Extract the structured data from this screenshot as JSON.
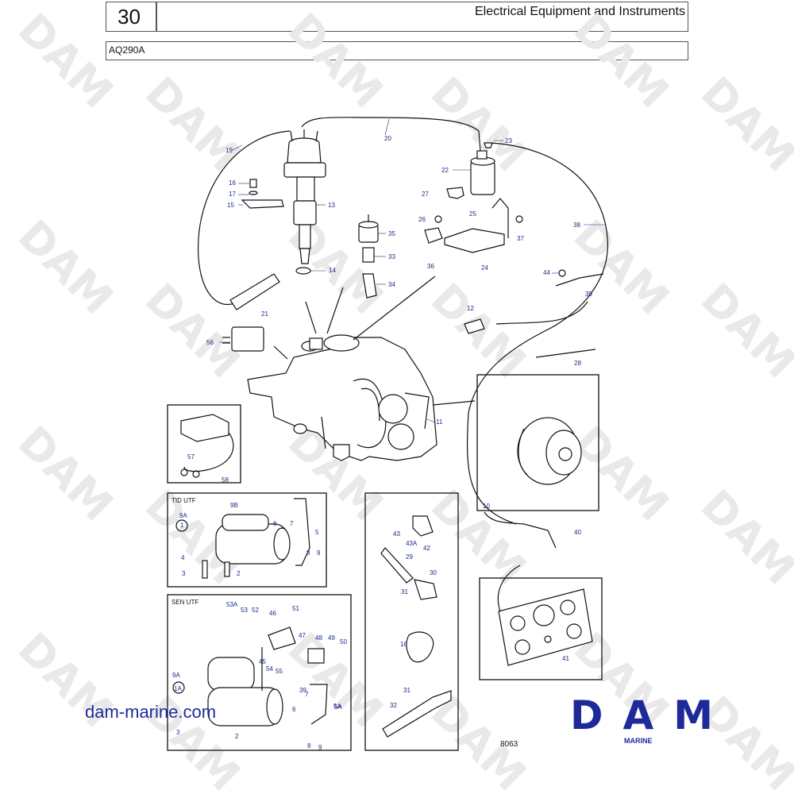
{
  "header": {
    "group_number": "30",
    "title": "Electrical Equipment and Instruments",
    "model": "AQ290A"
  },
  "insets": {
    "tid_label": "TID UTF",
    "sen_label": "SEN UTF"
  },
  "callouts": [
    "19",
    "20",
    "23",
    "22",
    "16",
    "17",
    "15",
    "13",
    "27",
    "26",
    "25",
    "37",
    "38",
    "35",
    "33",
    "14",
    "36",
    "24",
    "34",
    "44",
    "39",
    "21",
    "12",
    "56",
    "28",
    "11",
    "57",
    "58",
    "10",
    "9B",
    "6",
    "7",
    "5",
    "9A",
    "1",
    "4",
    "3",
    "2",
    "8",
    "9",
    "43",
    "42",
    "43A",
    "29",
    "40",
    "30",
    "31",
    "53A",
    "53",
    "52",
    "46",
    "51",
    "47",
    "48",
    "49",
    "50",
    "45",
    "54",
    "55",
    "1A",
    "18",
    "41",
    "5A",
    "32"
  ],
  "watermark": "DAM",
  "footer": {
    "website": "dam-marine.com",
    "logo_text": "DAM",
    "logo_subtitle": "MARINE",
    "reference": "8063"
  },
  "colors": {
    "callout_text": "#1a2a88",
    "logo_blue": "#1e2a9a",
    "line_art": "#111111"
  }
}
